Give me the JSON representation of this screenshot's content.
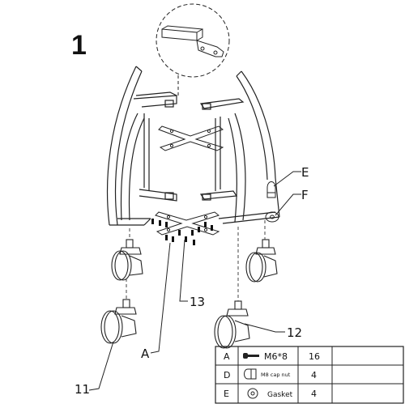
{
  "step_number": "1",
  "callouts": {
    "E": "E",
    "F": "F",
    "c11": "11",
    "c12": "12",
    "c13": "13",
    "A": "A"
  },
  "parts_table": {
    "rows": [
      {
        "key": "A",
        "icon": "screw-icon",
        "name": "M6*8",
        "qty": "16"
      },
      {
        "key": "D",
        "icon": "cap-nut-icon",
        "name": "M8 cap nut",
        "qty": "4"
      },
      {
        "key": "E",
        "icon": "gasket-icon",
        "name": "Gasket",
        "qty": "4"
      }
    ]
  }
}
